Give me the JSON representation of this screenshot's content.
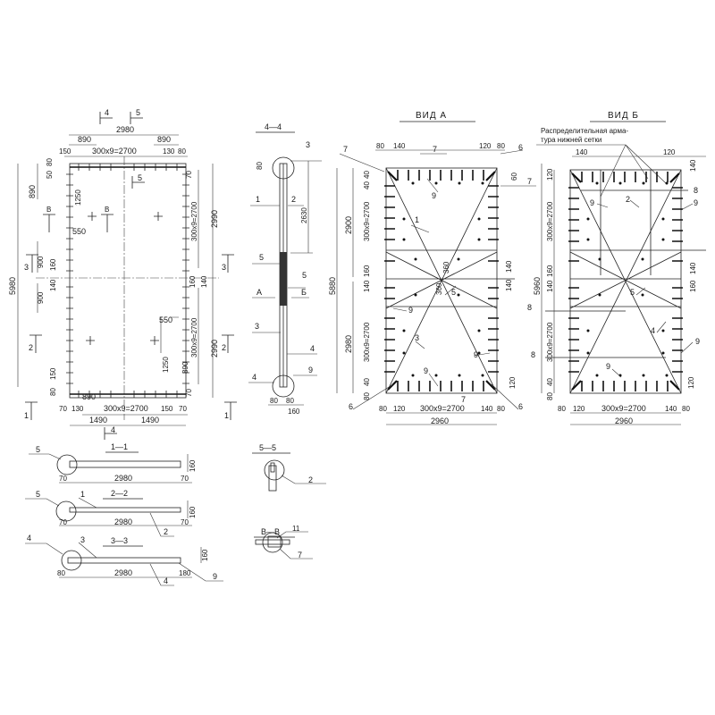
{
  "plan": {
    "labels": [
      "2980",
      "890",
      "890",
      "150",
      "300x9=2700",
      "130",
      "80",
      "5980",
      "890",
      "50",
      "80",
      "1250",
      "550",
      "900",
      "900",
      "140",
      "160",
      "2990",
      "300x9=2700",
      "160",
      "140",
      "300x9=2700",
      "2990",
      "550",
      "1250",
      "890",
      "890",
      "70",
      "130",
      "300x9=2700",
      "150",
      "70",
      "1490",
      "1490",
      "80",
      "150",
      "70",
      "70"
    ],
    "markers": [
      "4",
      "5",
      "5",
      "В",
      "В",
      "3",
      "3",
      "2",
      "2",
      "1",
      "1",
      "4"
    ]
  },
  "section44": {
    "title": "4—4",
    "labels": [
      "3",
      "80",
      "2630",
      "1",
      "2",
      "5",
      "5",
      "А",
      "Б",
      "3",
      "4",
      "4",
      "9",
      "80",
      "80",
      "160"
    ]
  },
  "viewA": {
    "title": "ВИД А",
    "labels": [
      "5880",
      "2900",
      "2980",
      "300x9=2700",
      "300x9=2700",
      "40",
      "160",
      "140",
      "40",
      "80",
      "140",
      "120",
      "80",
      "7",
      "7",
      "6",
      "60",
      "7",
      "9",
      "1",
      "360",
      "360",
      "5",
      "9",
      "3",
      "9",
      "9",
      "7",
      "6",
      "6",
      "120",
      "80",
      "120",
      "300x9=2700",
      "140",
      "80",
      "2960",
      "140",
      "140",
      "40",
      "80"
    ]
  },
  "viewB": {
    "title": "ВИД Б",
    "note": [
      "Распределительная арма-",
      "тура нижней сетки"
    ],
    "labels": [
      "5960",
      "300x9=2700",
      "300x9=2700",
      "120",
      "140",
      "120",
      "140",
      "8",
      "9",
      "2",
      "9",
      "5",
      "8",
      "4",
      "9",
      "8",
      "9",
      "120",
      "80",
      "120",
      "300x9=2700",
      "140",
      "80",
      "2960",
      "140",
      "160",
      "140",
      "160",
      "40",
      "80"
    ]
  },
  "sections": {
    "s11": {
      "title": "1—1",
      "labels": [
        "5",
        "160",
        "70",
        "2980",
        "70"
      ]
    },
    "s22": {
      "title": "2—2",
      "labels": [
        "5",
        "1",
        "2",
        "160",
        "70",
        "2980",
        "70"
      ]
    },
    "s33": {
      "title": "3—3",
      "labels": [
        "4",
        "3",
        "4",
        "9",
        "160",
        "80",
        "2980",
        "180"
      ]
    },
    "s55": {
      "title": "5—5",
      "labels": [
        "2"
      ]
    },
    "sVV": {
      "title": "В—В",
      "labels": [
        "11",
        "7"
      ]
    }
  }
}
